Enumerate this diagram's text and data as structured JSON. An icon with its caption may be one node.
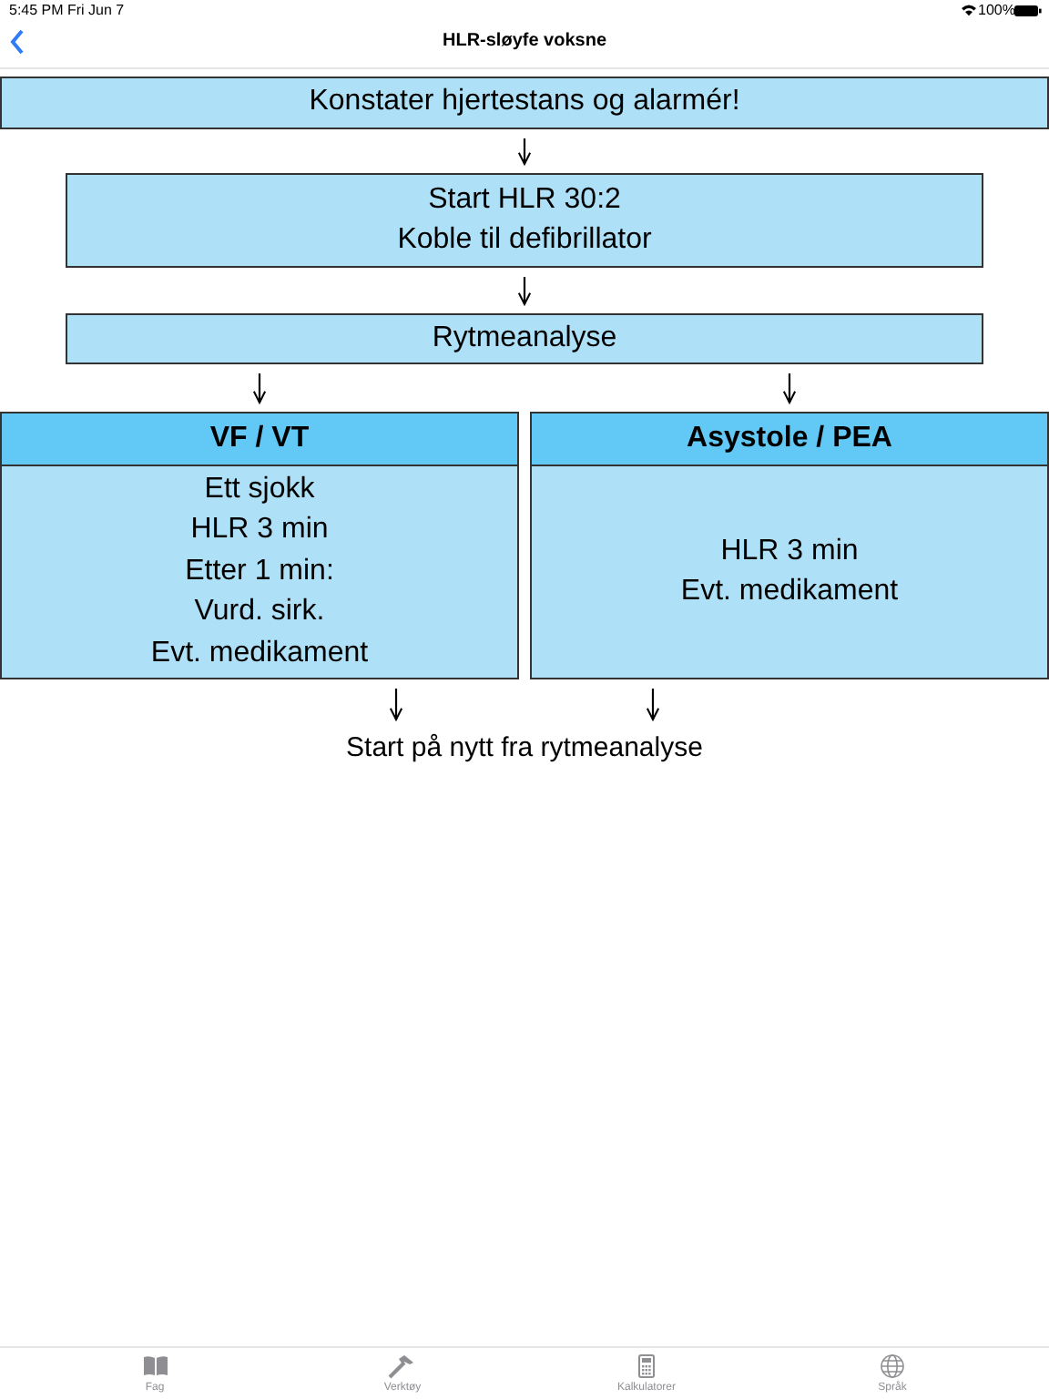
{
  "diagram": {
    "title": "HLR-sløyfe voksne",
    "nodes": [
      {
        "text": [
          "Konstater hjertestans og alarmér!"
        ]
      },
      {
        "text": [
          "Start HLR 30:2",
          "Koble til defibrillator"
        ]
      },
      {
        "text": [
          "Rytmeanalyse"
        ]
      },
      {
        "text": [
          "VF / VT",
          "Ett sjokk",
          "HLR 3 min",
          "Etter 1 min:",
          "Vurd. sirk.",
          "Evt. medikament"
        ]
      },
      {
        "text": [
          "Asystole / PEA",
          "HLR 3 min",
          "Evt. medikament"
        ]
      },
      {
        "text": [
          "Start på nytt fra rytmeanalyse"
        ]
      }
    ],
    "edges": [
      {
        "from": 0,
        "to": 1,
        "arrow": "to"
      },
      {
        "from": 1,
        "to": 2,
        "arrow": "to"
      },
      {
        "from": 2,
        "to": 3,
        "arrow": "to"
      },
      {
        "from": 2,
        "to": 4,
        "arrow": "to"
      },
      {
        "from": 3,
        "to": 5,
        "arrow": "to"
      },
      {
        "from": 4,
        "to": 5,
        "arrow": "to"
      }
    ],
    "labels": [
      "5:45 PM",
      "Fri Jun 7",
      "100%",
      "Fag",
      "Verktøy",
      "Kalkulatorer",
      "Språk"
    ]
  }
}
